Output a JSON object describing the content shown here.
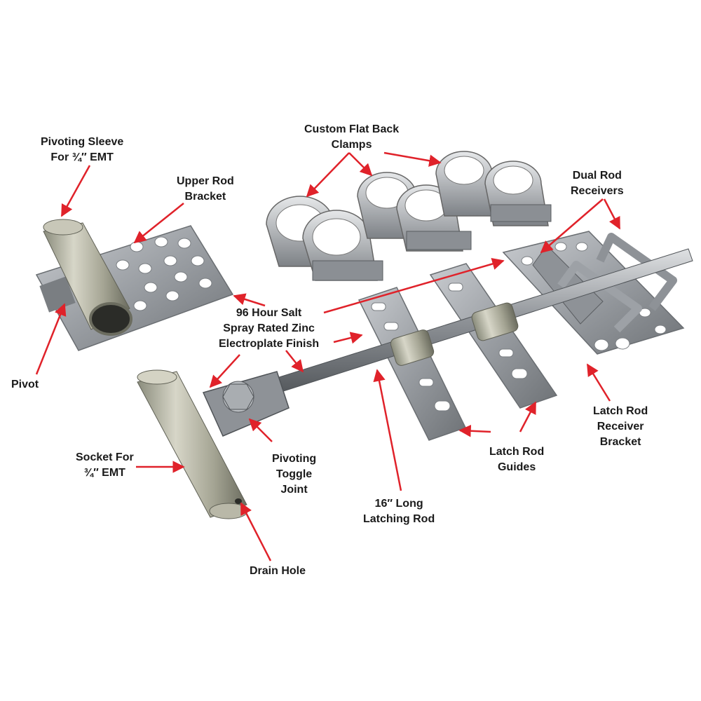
{
  "colors": {
    "arrow": "#e0222a",
    "text": "#1a1a1a",
    "steel": "#9a9ea3",
    "steel_dark": "#5e6266",
    "background": "#ffffff"
  },
  "labels": {
    "pivoting_sleeve": [
      "Pivoting Sleeve",
      "For ¾″ EMT"
    ],
    "upper_rod_bracket": [
      "Upper Rod",
      "Bracket"
    ],
    "custom_clamps": [
      "Custom Flat Back",
      "Clamps"
    ],
    "dual_rod_receivers": [
      "Dual Rod",
      "Receivers"
    ],
    "salt_spray": [
      "96 Hour Salt",
      "Spray Rated Zinc",
      "Electroplate Finish"
    ],
    "pivot": [
      "Pivot"
    ],
    "latch_rod_receiver_bracket": [
      "Latch Rod",
      "Receiver",
      "Bracket"
    ],
    "socket": [
      "Socket For",
      "¾″ EMT"
    ],
    "toggle_joint": [
      "Pivoting",
      "Toggle",
      "Joint"
    ],
    "latch_rod_guides": [
      "Latch Rod",
      "Guides"
    ],
    "latching_rod": [
      "16″ Long",
      "Latching Rod"
    ],
    "drain_hole": [
      "Drain Hole"
    ]
  }
}
